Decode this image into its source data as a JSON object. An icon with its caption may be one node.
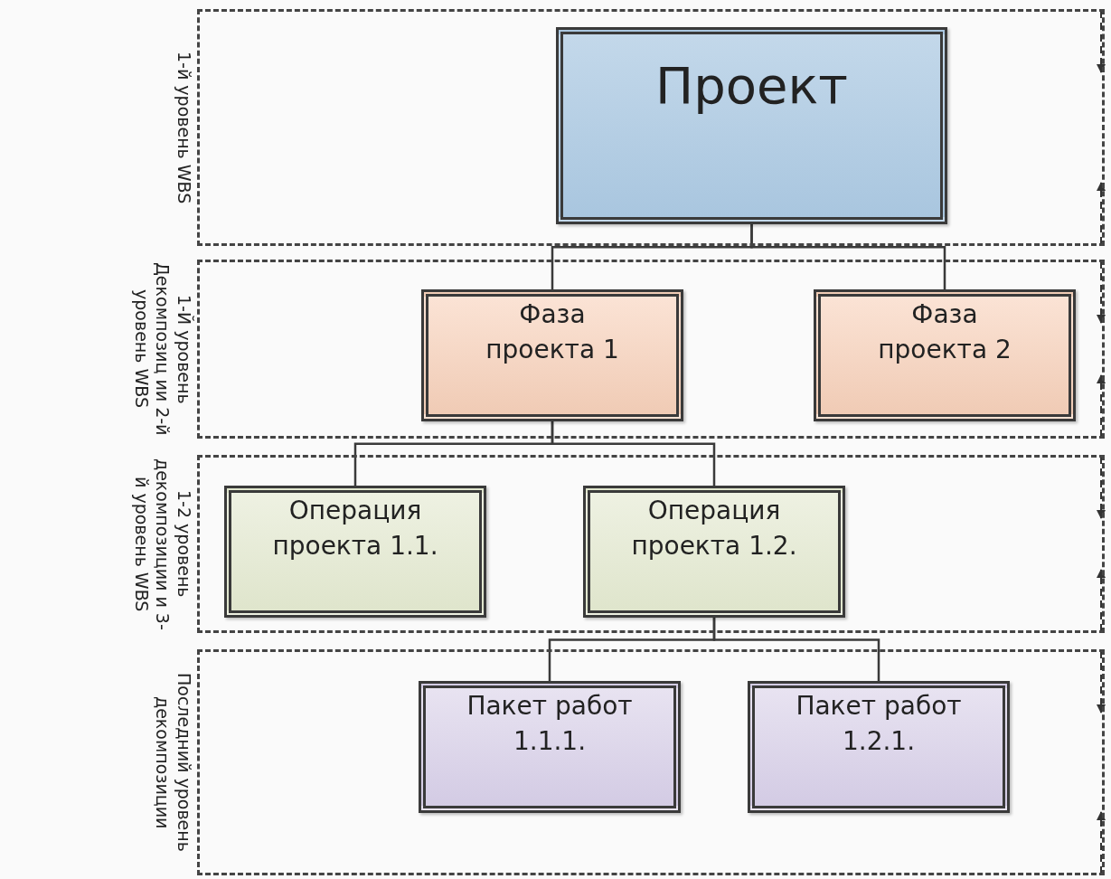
{
  "diagram": {
    "nodes": [
      {
        "text": [
          "1-й уровень WBS"
        ]
      },
      {
        "text": [
          "Проект"
        ],
        "in": 0
      },
      {
        "text": [
          "1-Й уровень Декомпозиц ии 2-й уровень WBS"
        ]
      },
      {
        "text": [
          "Фаза проекта 1"
        ],
        "in": 2
      },
      {
        "text": [
          "Фаза проекта 2"
        ],
        "in": 2
      },
      {
        "text": [
          "1-2 уровень декомпозиции и 3-й уровень WBS"
        ]
      },
      {
        "text": [
          "Операция проекта 1.1."
        ],
        "in": 5
      },
      {
        "text": [
          "Операция проекта 1.2."
        ],
        "in": 5
      },
      {
        "text": [
          "Последний уровень декомпозиции"
        ]
      },
      {
        "text": [
          "Пакет работ 1.1.1."
        ],
        "in": 8
      },
      {
        "text": [
          "Пакет работ 1.2.1."
        ],
        "in": 8
      }
    ],
    "edges": [
      {
        "from": 1,
        "to": 3,
        "arrow": "none"
      },
      {
        "from": 1,
        "to": 4,
        "arrow": "none"
      },
      {
        "from": 3,
        "to": 6,
        "arrow": "none"
      },
      {
        "from": 3,
        "to": 7,
        "arrow": "none"
      },
      {
        "from": 7,
        "to": 9,
        "arrow": "none"
      },
      {
        "from": 7,
        "to": 10,
        "arrow": "none"
      }
    ]
  }
}
